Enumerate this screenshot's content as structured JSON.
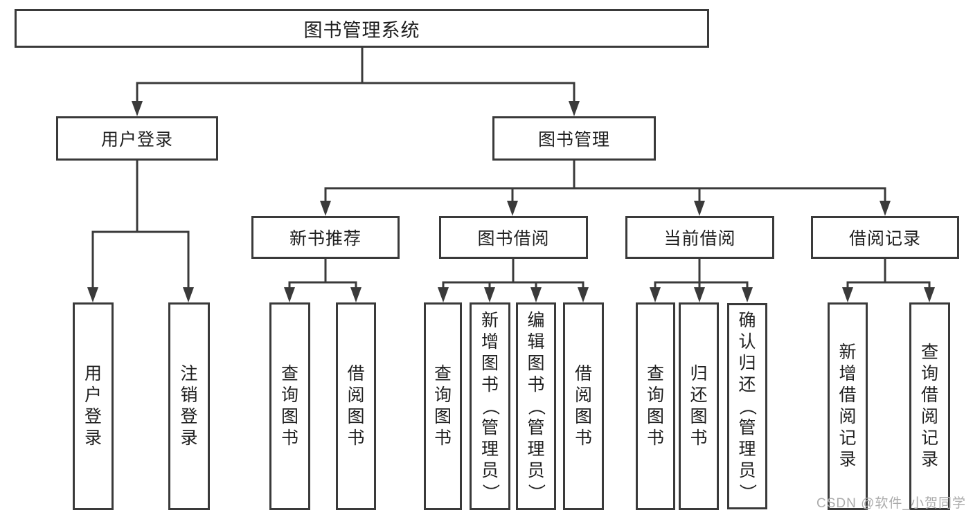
{
  "diagram": {
    "root": {
      "label": "图书管理系统"
    },
    "level2": [
      {
        "label": "用户登录"
      },
      {
        "label": "图书管理"
      }
    ],
    "level3": [
      {
        "label": "新书推荐"
      },
      {
        "label": "图书借阅"
      },
      {
        "label": "当前借阅"
      },
      {
        "label": "借阅记录"
      }
    ],
    "leaves": [
      {
        "label": "用户登录"
      },
      {
        "label": "注销登录"
      },
      {
        "label": "查询图书"
      },
      {
        "label": "借阅图书"
      },
      {
        "label": "查询图书"
      },
      {
        "label": "新增图书（管理员）"
      },
      {
        "label": "编辑图书（管理员）"
      },
      {
        "label": "借阅图书"
      },
      {
        "label": "查询图书"
      },
      {
        "label": "归还图书"
      },
      {
        "label": "确认归还（管理员）"
      },
      {
        "label": "新增借阅记录"
      },
      {
        "label": "查询借阅记录"
      }
    ],
    "watermark": "CSDN @软件_小贺同学",
    "colors": {
      "line": "#3a3a3a",
      "text": "#1f1f1f",
      "watermark": "#ababab",
      "background": "#ffffff"
    }
  }
}
